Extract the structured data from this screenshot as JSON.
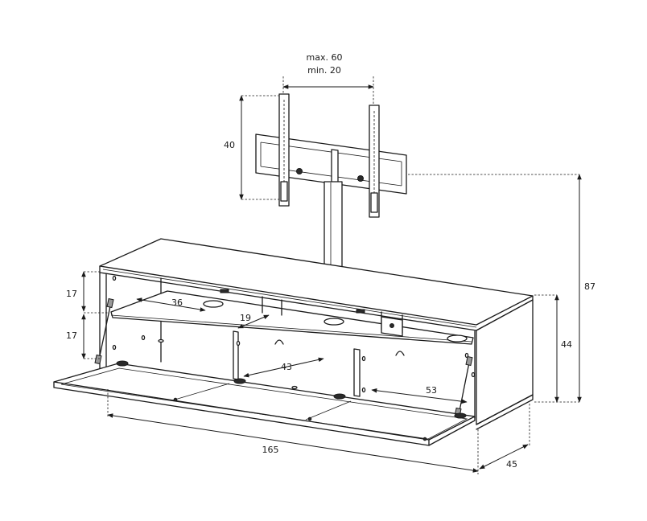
{
  "dimensions": {
    "bracket_spread_max": "max. 60",
    "bracket_spread_min": "min. 20",
    "bracket_height": "40",
    "total_height": "87",
    "cabinet_height": "44",
    "upper_compartment": "17",
    "lower_compartment": "17",
    "hole_spacing": "36",
    "hole_offset": "19",
    "shelf_width": "43",
    "shelf_depth": "53",
    "total_width": "165",
    "total_depth": "45"
  }
}
